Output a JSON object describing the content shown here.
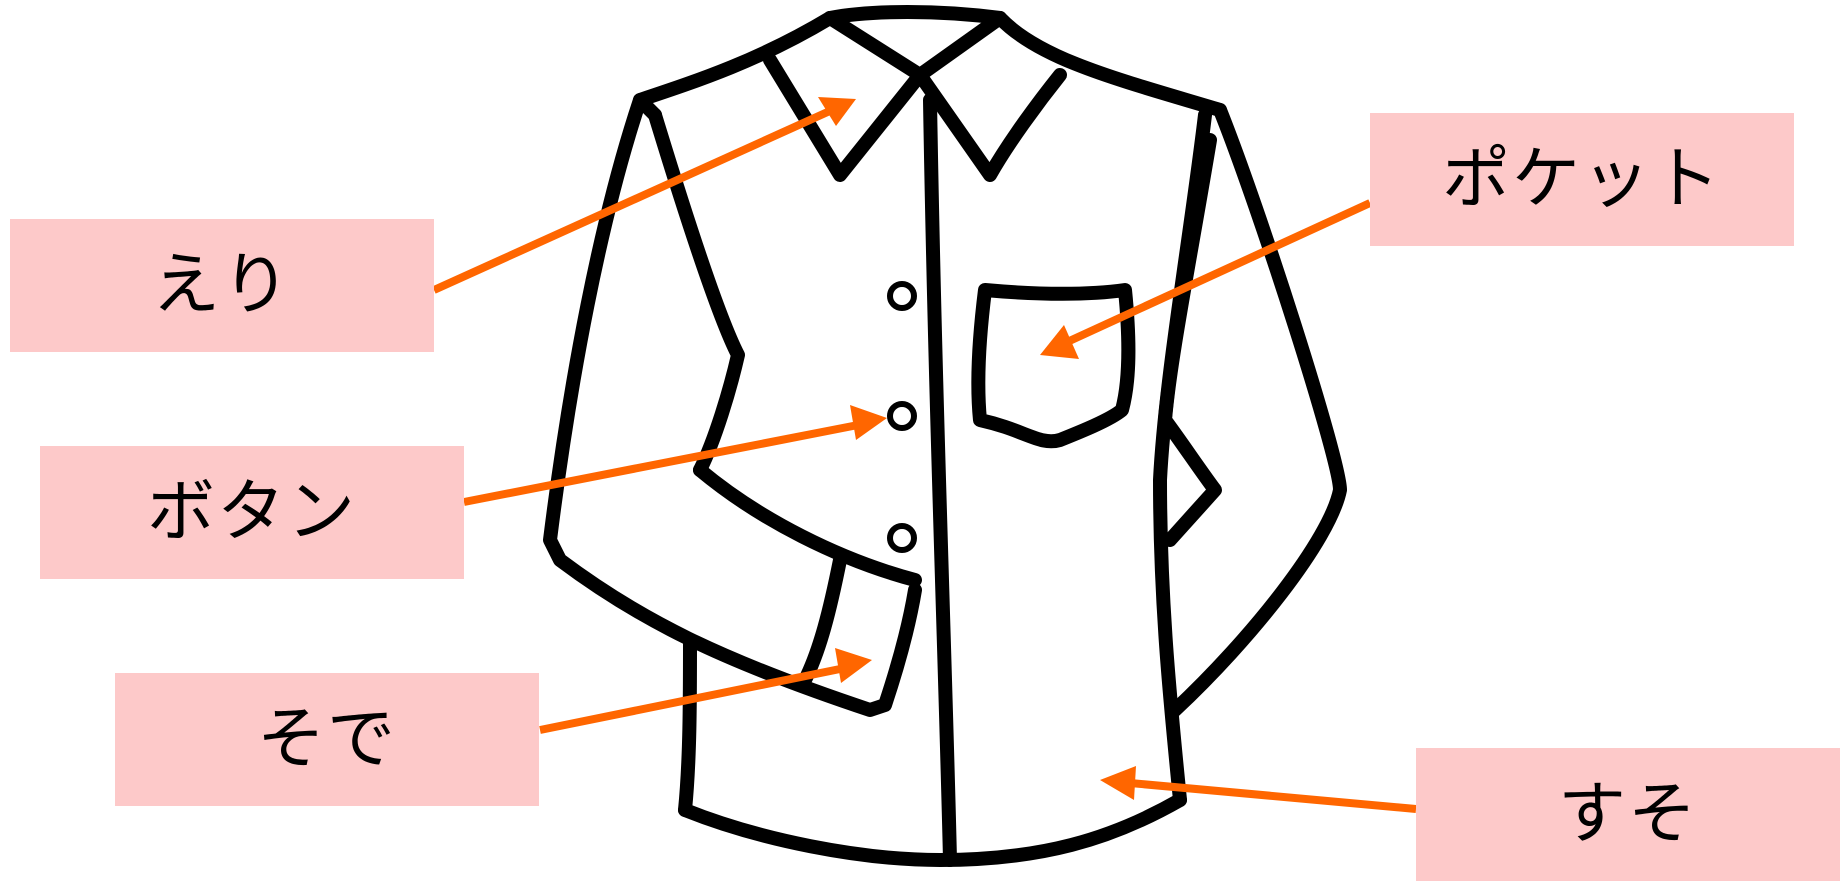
{
  "labels": {
    "collar": "えり",
    "button": "ボタン",
    "sleeve": "そで",
    "pocket": "ポケット",
    "hem": "すそ"
  },
  "colors": {
    "label_bg": "#fdc9c9",
    "arrow": "#ff6600",
    "outline": "#000000"
  }
}
